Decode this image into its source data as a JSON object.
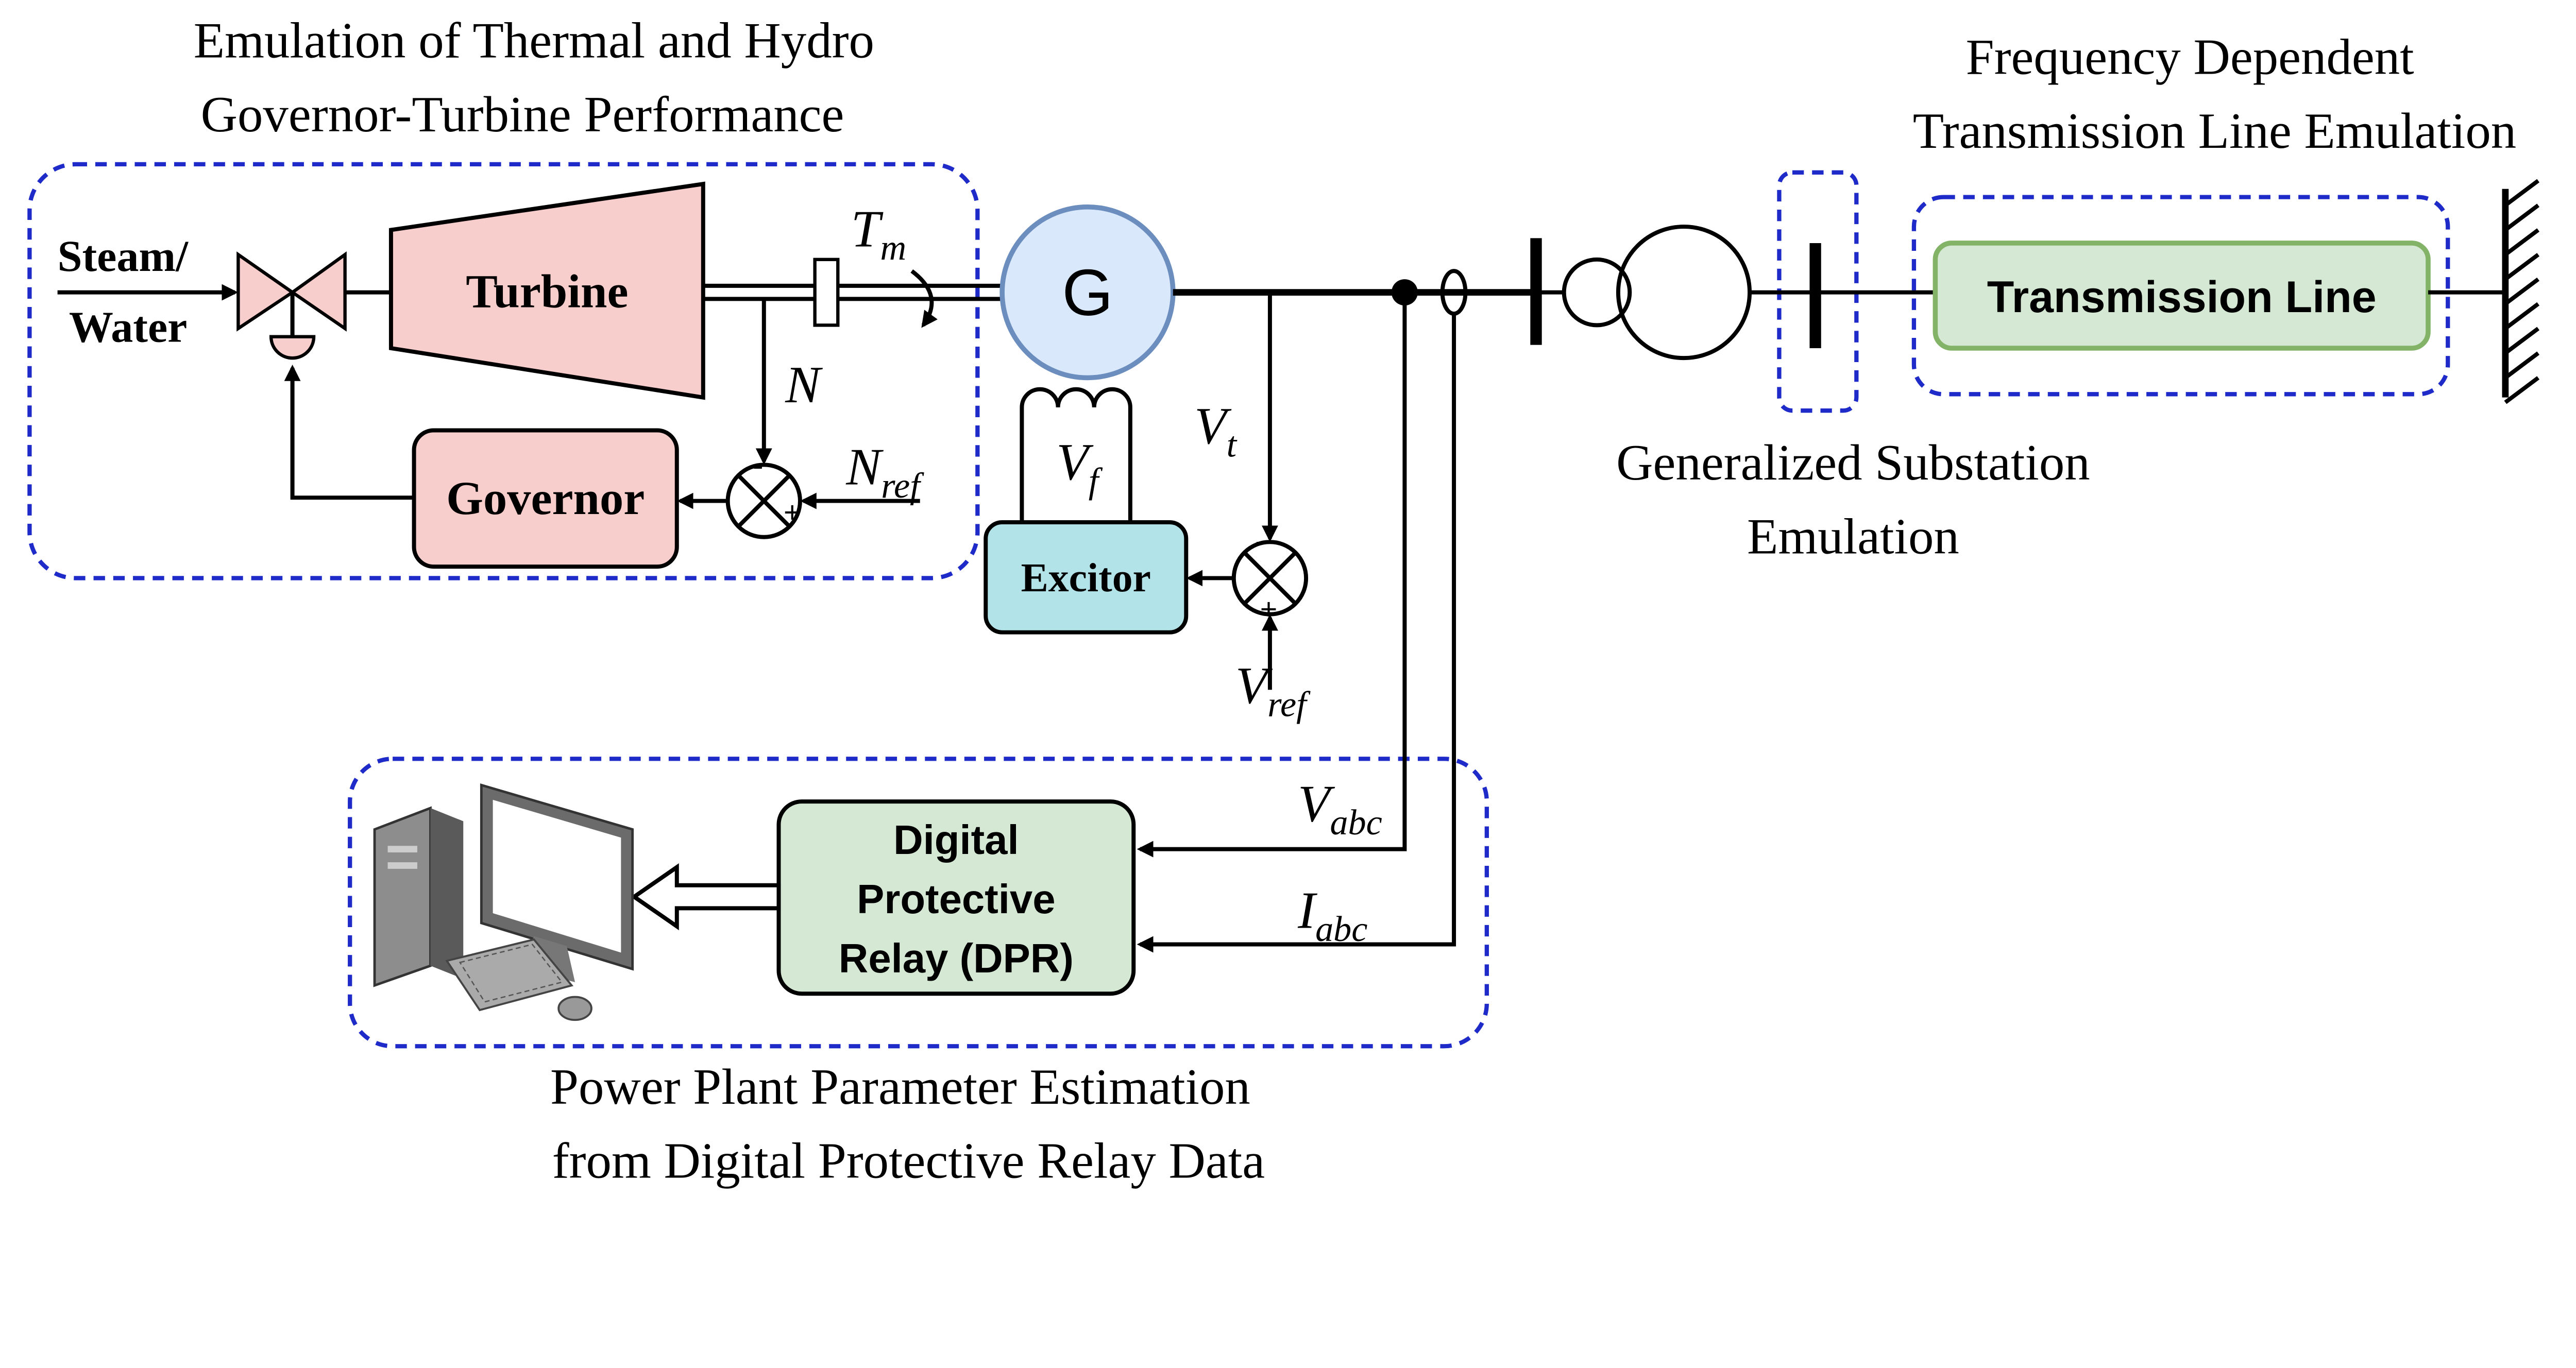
{
  "titles": {
    "governor_section": [
      "Emulation of Thermal and Hydro",
      "Governor-Turbine Performance"
    ],
    "transmission_section": [
      "Frequency Dependent",
      "Transmission Line Emulation"
    ],
    "substation_section": [
      "Generalized Substation",
      "Emulation"
    ],
    "estimation_section": [
      "Power Plant Parameter Estimation",
      "from Digital Protective Relay Data"
    ]
  },
  "labels": {
    "steam": "Steam/",
    "water": "Water",
    "turbine": "Turbine",
    "governor": "Governor",
    "generator": "G",
    "excitor": "Excitor",
    "transmission_line": "Transmission Line",
    "dpr": [
      "Digital",
      "Protective",
      "Relay (DPR)"
    ]
  },
  "signals": {
    "Tm": {
      "main": "T",
      "sub": "m"
    },
    "N": {
      "main": "N"
    },
    "Nref": {
      "main": "N",
      "sub": "ref"
    },
    "Vf": {
      "main": "V",
      "sub": "f"
    },
    "Vt": {
      "main": "V",
      "sub": "t"
    },
    "Vref": {
      "main": "V",
      "sub": "ref"
    },
    "Vabc": {
      "main": "V",
      "sub": "abc"
    },
    "Iabc": {
      "main": "I",
      "sub": "abc"
    }
  },
  "summer_signs": {
    "minus": "-",
    "plus": "+"
  },
  "colors": {
    "dashed_border": "#1f2bc9",
    "turbine_fill": "#f8cecc",
    "generator_fill": "#dae8fc",
    "generator_stroke": "#6c8ebf",
    "excitor_fill": "#b1e3e8",
    "green_fill": "#d5e8d4",
    "green_stroke": "#82b366"
  }
}
